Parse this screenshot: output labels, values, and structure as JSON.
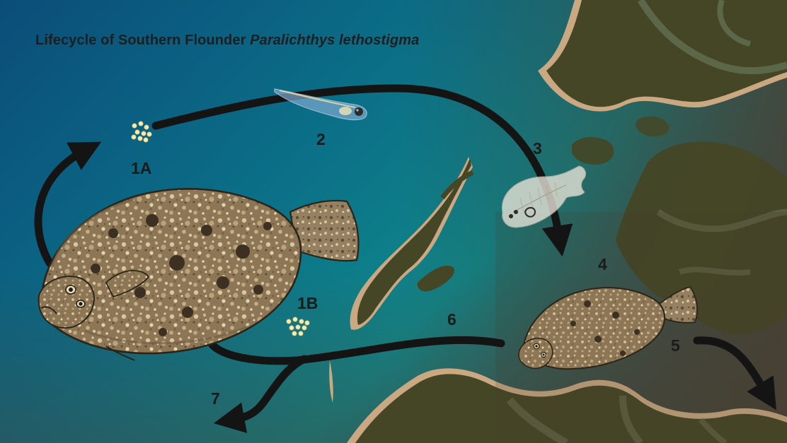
{
  "diagram": {
    "title_prefix": "Lifecycle of Southern Flounder",
    "title_species": "Paralichthys lethostigma",
    "stage_labels": {
      "s1a": "1A",
      "s1b": "1B",
      "s2": "2",
      "s3": "3",
      "s4": "4",
      "s5": "5",
      "s6": "6",
      "s7": "7"
    },
    "colors": {
      "deep_water": "#0b4f7a",
      "shallow_water": "#0e8587",
      "marsh_land": "#454625",
      "sand_edge": "#c9a882",
      "arrow": "#141414",
      "flounder_body": "#8a7558"
    }
  }
}
